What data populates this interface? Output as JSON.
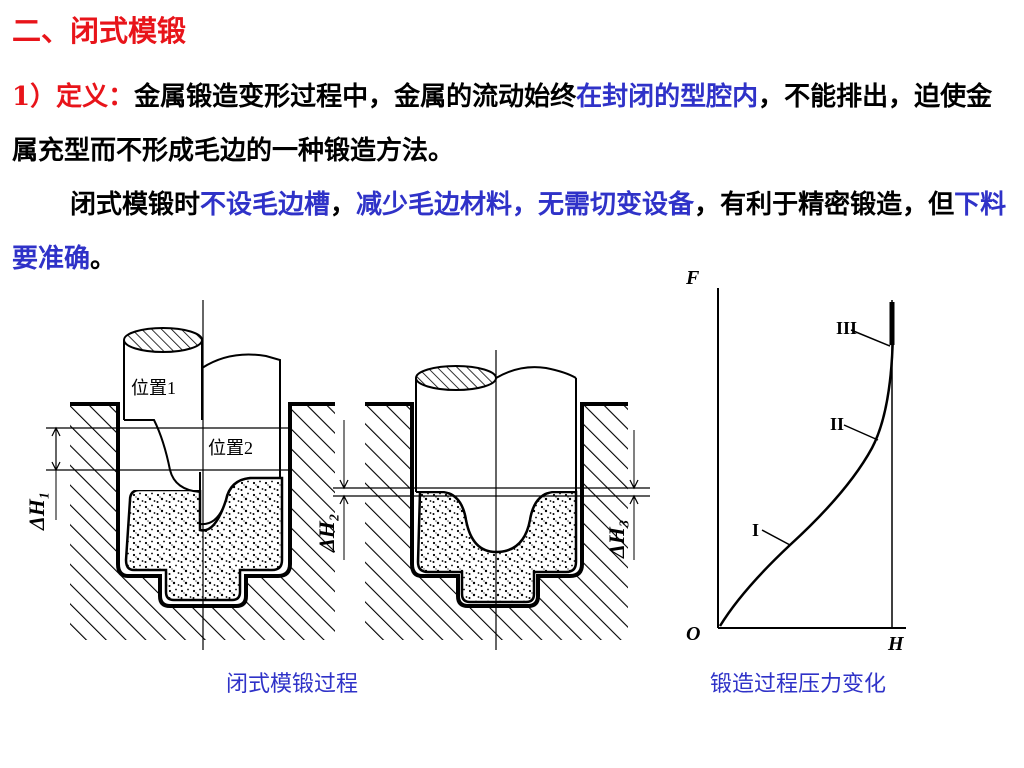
{
  "section_title": "二、闭式模锻",
  "definition": {
    "label": "1）定义：",
    "text1": "金属锻造变形过程中，金属的流动始终",
    "hl1": "在封闭的型腔内",
    "text2": "，不能排出，迫使金属充型而不形成毛边的一种锻造方法。"
  },
  "paragraph2": {
    "t1": "闭式模锻时",
    "h1": "不设毛边槽",
    "t2": "，",
    "h2": "减少毛边材料，无需切变设备",
    "t3": "，有利于精密锻造，但",
    "h3": "下料要准确",
    "t4": "。"
  },
  "figure_left": {
    "label_pos1": "位置1",
    "label_pos2": "位置2",
    "label_dh1": "ΔH₁",
    "label_dh2": "ΔH₂",
    "label_dh3": "ΔH₃",
    "caption": "闭式模锻过程"
  },
  "figure_right": {
    "axis_y": "F",
    "axis_x": "H",
    "origin": "O",
    "stage1": "I",
    "stage2": "II",
    "stage3": "III",
    "caption": "锻造过程压力变化"
  },
  "colors": {
    "red": "#e8141a",
    "blue": "#2f32c8"
  }
}
